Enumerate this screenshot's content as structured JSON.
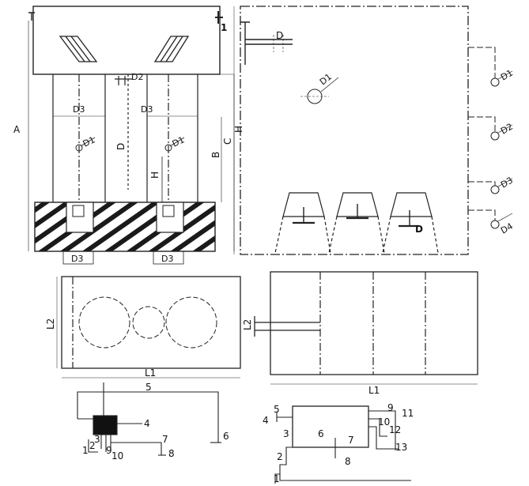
{
  "front_view": {
    "dim_A": "A",
    "dim_B": "B",
    "dim_C": "C",
    "dim_D": "D",
    "dim_H": "H",
    "dim_D1_left": "D1",
    "dim_D1_right": "D1",
    "dim_D2": "D2",
    "dim_D3_left_upper": "D3",
    "dim_D3_right_upper": "D3",
    "dim_D3_left_lower": "D3",
    "dim_D3_right_lower": "D3",
    "top_right_marker": "1"
  },
  "side_view": {
    "dim_D_top": "D",
    "dim_D1": "D1",
    "dim_H": "H",
    "dim_D_bottom": "D",
    "right_labels": [
      "D1",
      "D2",
      "D3",
      "D4"
    ]
  },
  "plan_left": {
    "dim_L1": "L1",
    "dim_L2": "L2"
  },
  "plan_right": {
    "dim_L1": "L1",
    "dim_L2": "L2"
  },
  "schematic_left": {
    "labels": [
      "1",
      "2",
      "3",
      "4",
      "5",
      "6",
      "7",
      "8",
      "9",
      "10"
    ]
  },
  "schematic_right": {
    "labels": [
      "1",
      "2",
      "3",
      "4",
      "5",
      "6",
      "7",
      "8",
      "9",
      "10",
      "11",
      "12",
      "13"
    ]
  }
}
